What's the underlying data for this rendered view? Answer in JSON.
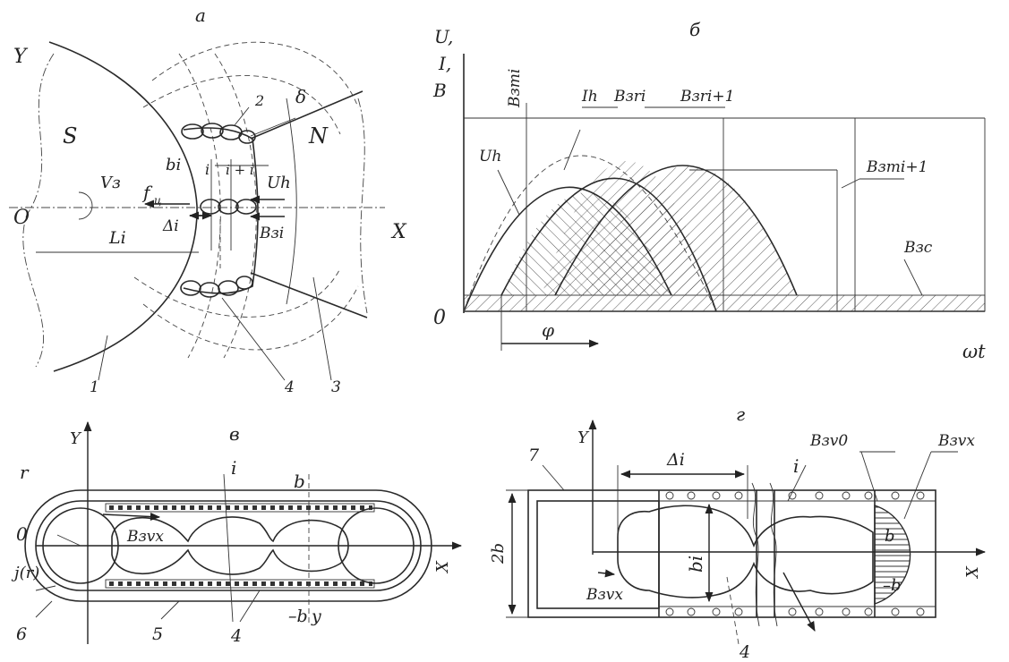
{
  "panels": {
    "a": {
      "title": "а",
      "labels": {
        "Y": "Y",
        "X": "X",
        "O": "O",
        "S": "S",
        "N": "N",
        "delta": "δ",
        "two": "2",
        "bi": "bi",
        "i": "i",
        "i1": "i + i",
        "Vz": "Vз",
        "fu": "f",
        "fu_sub": "ц",
        "Uh": "Uh",
        "Di": "Δi",
        "Bzi": "Bзi",
        "Li": "Li",
        "n1": "1",
        "n4": "4",
        "n3": "3"
      }
    },
    "b": {
      "title": "б",
      "labels": {
        "U": "U,",
        "I": "I,",
        "B": "B",
        "O": "0",
        "Bzmi": "Bзmi",
        "Ih": "Ih",
        "Bzri": "Bзri",
        "Bzri1": "Bзri+1",
        "Uh": "Uh",
        "Bzmi1": "Bзmi+1",
        "Bzs": "Bзс",
        "phi": "φ",
        "wt": "ωt"
      }
    },
    "v": {
      "title": "в",
      "labels": {
        "Y": "Y",
        "r": "r",
        "O": "0",
        "jr": "j(r)",
        "Bzvx": "Bзvx",
        "i": "i",
        "b": "b",
        "X": "X",
        "mb": "–b",
        "y": "y",
        "n6": "6",
        "n5": "5",
        "n4": "4"
      }
    },
    "g": {
      "title": "г",
      "labels": {
        "Y": "Y",
        "n7": "7",
        "Di": "Δi",
        "Bzv0": "Bзv0",
        "Bzvx": "Bзvx",
        "i": "i",
        "b": "b",
        "twob": "2b",
        "bi": "bi",
        "Bzvx2": "Bзvx",
        "mb": "–b",
        "X": "X",
        "n4": "4"
      }
    }
  }
}
